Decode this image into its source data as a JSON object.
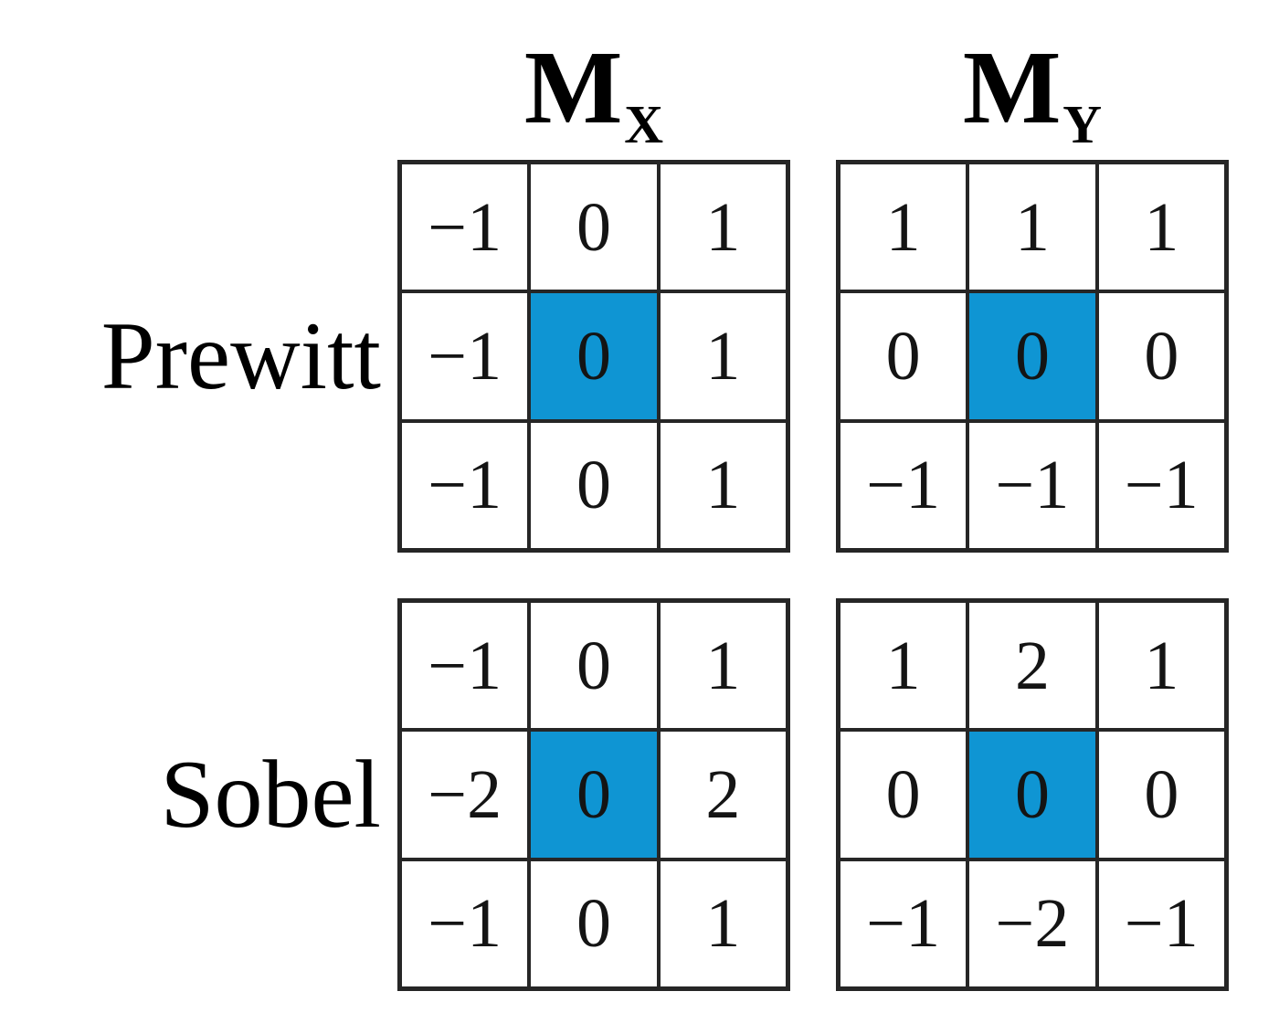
{
  "figure": {
    "column_headers": [
      {
        "base": "M",
        "subscript": "X"
      },
      {
        "base": "M",
        "subscript": "Y"
      }
    ],
    "row_labels": {
      "prewitt": "Prewitt",
      "sobel": "Sobel"
    },
    "highlight_cell": {
      "row": 1,
      "col": 1
    }
  },
  "colors": {
    "highlight_blue": "#0f95d3",
    "grid_line": "#262626",
    "text": "#141414"
  },
  "kernels": {
    "prewitt": {
      "mx": [
        [
          "−1",
          "0",
          "1"
        ],
        [
          "−1",
          "0",
          "1"
        ],
        [
          "−1",
          "0",
          "1"
        ]
      ],
      "my": [
        [
          "1",
          "1",
          "1"
        ],
        [
          "0",
          "0",
          "0"
        ],
        [
          "−1",
          "−1",
          "−1"
        ]
      ]
    },
    "sobel": {
      "mx": [
        [
          "−1",
          "0",
          "1"
        ],
        [
          "−2",
          "0",
          "2"
        ],
        [
          "−1",
          "0",
          "1"
        ]
      ],
      "my": [
        [
          "1",
          "2",
          "1"
        ],
        [
          "0",
          "0",
          "0"
        ],
        [
          "−1",
          "−2",
          "−1"
        ]
      ]
    }
  }
}
